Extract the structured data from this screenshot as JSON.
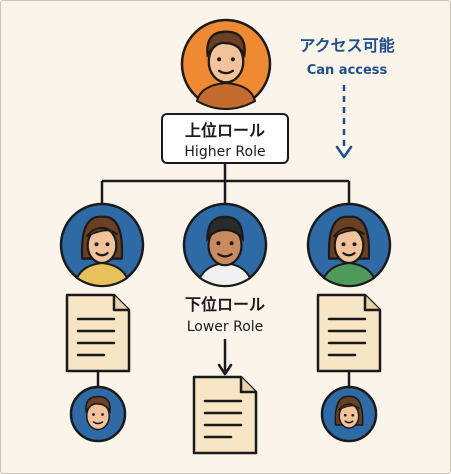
{
  "access": {
    "jp": "アクセス可能",
    "en": "Can access"
  },
  "higher_role": {
    "jp": "上位ロール",
    "en": "Higher Role"
  },
  "lower_role": {
    "jp": "下位ロール",
    "en": "Lower Role"
  },
  "colors": {
    "background": "#fbf4ea",
    "avatar_ring_orange": "#ef8a33",
    "avatar_ring_blue": "#2e6aa6",
    "accent_text": "#1e4f8c",
    "document_fill": "#f7e6c6",
    "outline": "#1a1a1a"
  }
}
